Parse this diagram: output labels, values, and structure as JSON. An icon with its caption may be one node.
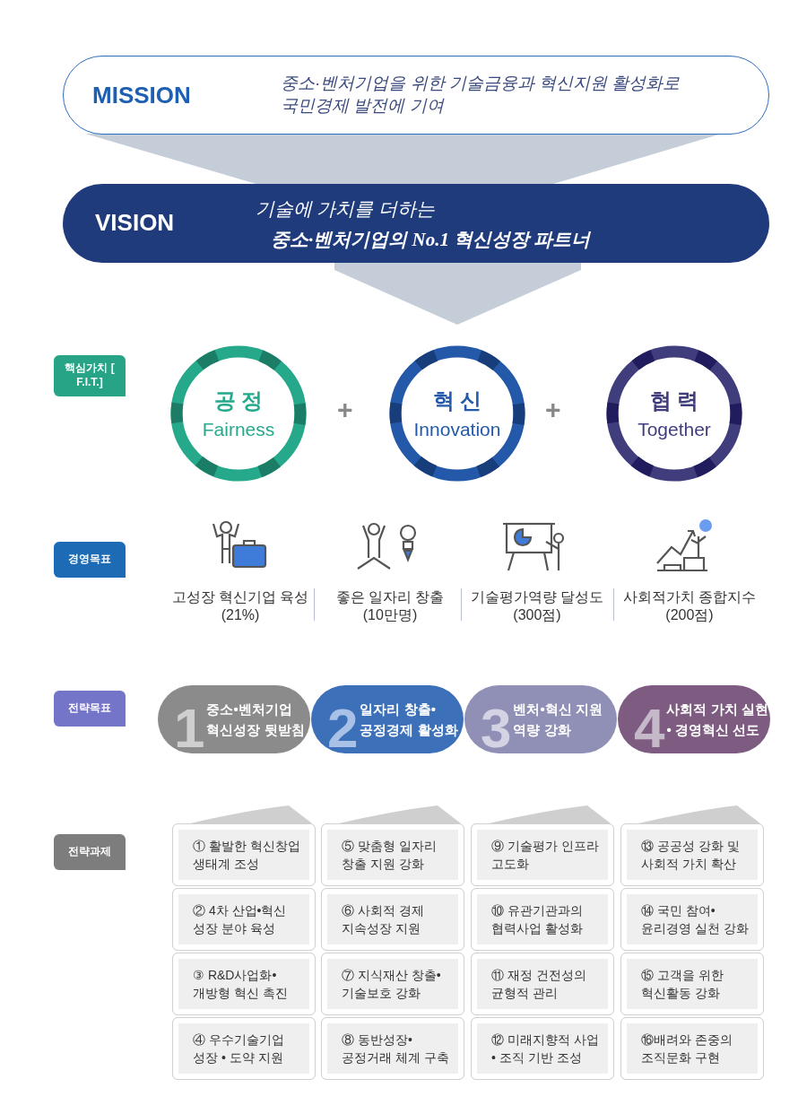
{
  "diagram": {
    "nodes": [
      {
        "text": [
          "MISSION",
          "중소·벤처기업을 위한 기술금융과 혁신지원 활성화로 국민경제 발전에 기여"
        ]
      },
      {
        "text": [
          "VISION",
          "기술에 가치를 더하는",
          "중소·벤처기업의 No.1 혁신성장 파트너"
        ]
      },
      {
        "text": [
          "핵심가치 [ F.I.T.]"
        ]
      },
      {
        "text": [
          "공 정",
          "Fairness"
        ]
      },
      {
        "text": [
          "혁 신",
          "Innovation"
        ]
      },
      {
        "text": [
          "협 력",
          "Together"
        ]
      },
      {
        "text": [
          "경영목표"
        ]
      },
      {
        "text": [
          "고성장 혁신기업 육성 (21%)"
        ]
      },
      {
        "text": [
          "좋은 일자리 창출 (10만명)"
        ]
      },
      {
        "text": [
          "기술평가역량 달성도 (300점)"
        ]
      },
      {
        "text": [
          "사회적가치 종합지수 (200점)"
        ]
      },
      {
        "text": [
          "전략목표"
        ]
      },
      {
        "text": [
          "1",
          "중소•벤처기업 혁신성장 뒷받침"
        ]
      },
      {
        "text": [
          "2",
          "일자리 창출• 공정경제 활성화"
        ]
      },
      {
        "text": [
          "3",
          "벤처•혁신 지원 역량 강화"
        ]
      },
      {
        "text": [
          "4",
          "사회적 가치 실현 • 경영혁신 선도"
        ]
      },
      {
        "text": [
          "전략과제"
        ]
      },
      {
        "text": [
          "① 활발한 혁신창업 생태계 조성"
        ]
      },
      {
        "text": [
          "⑤ 맞춤형 일자리 창출 지원 강화"
        ]
      },
      {
        "text": [
          "⑨ 기술평가 인프라 고도화"
        ]
      },
      {
        "text": [
          "⑬ 공공성 강화 및 사회적 가치 확산"
        ]
      },
      {
        "text": [
          "② 4차 산업•혁신 성장 분야 육성"
        ]
      },
      {
        "text": [
          "⑥ 사회적 경제 지속성장 지원"
        ]
      },
      {
        "text": [
          "⑩ 유관기관과의 협력사업 활성화"
        ]
      },
      {
        "text": [
          "⑭ 국민 참여• 윤리경영 실천 강화"
        ]
      },
      {
        "text": [
          "③ R&D사업화• 개방형 혁신 촉진"
        ]
      },
      {
        "text": [
          "⑦ 지식재산 창출• 기술보호 강화"
        ]
      },
      {
        "text": [
          "⑪ 재정 건전성의 균형적 관리"
        ]
      },
      {
        "text": [
          "⑮ 고객을 위한 혁신활동 강화"
        ]
      },
      {
        "text": [
          "④ 우수기술기업 성장 • 도약 지원"
        ]
      },
      {
        "text": [
          "⑧ 동반성장•공정거래 체계 구축"
        ]
      },
      {
        "text": [
          "⑫ 미래지향적 사업• 조직 기반 조성"
        ]
      },
      {
        "text": [
          "⑯배려와 존중의 조직문화 구현"
        ]
      }
    ],
    "edges": [
      {
        "from": 0,
        "to": 1,
        "arrow": "none"
      },
      {
        "from": 1,
        "to": 4,
        "arrow": "to"
      }
    ],
    "labels": [
      "+",
      "+"
    ]
  }
}
